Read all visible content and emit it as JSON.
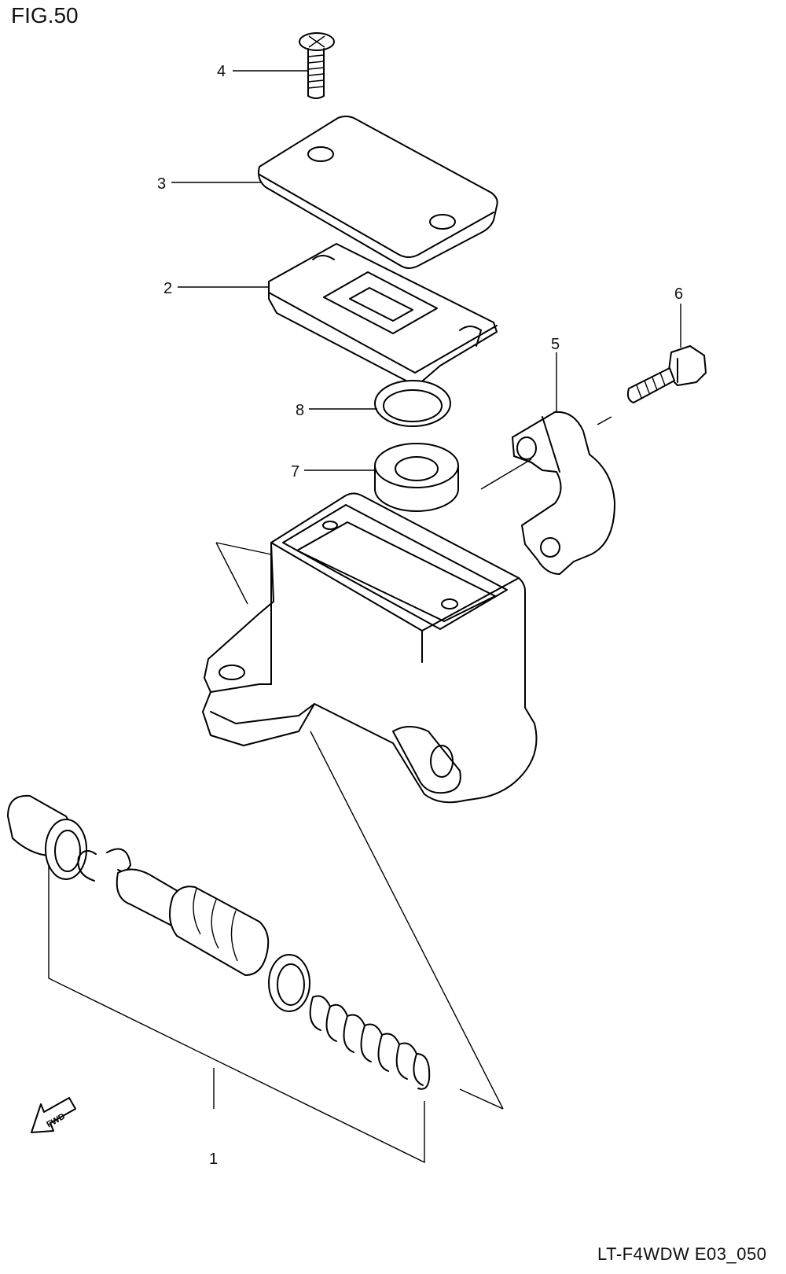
{
  "figure": {
    "title": "FIG.50",
    "code": "LT-F4WDW E03_050"
  },
  "callouts": [
    {
      "id": "1",
      "label": "1",
      "part": "master-cylinder-kit"
    },
    {
      "id": "2",
      "label": "2",
      "part": "reservoir-diaphragm-plate"
    },
    {
      "id": "3",
      "label": "3",
      "part": "reservoir-cap"
    },
    {
      "id": "4",
      "label": "4",
      "part": "cap-screw"
    },
    {
      "id": "5",
      "label": "5",
      "part": "holder-clamp"
    },
    {
      "id": "6",
      "label": "6",
      "part": "clamp-bolt"
    },
    {
      "id": "7",
      "label": "7",
      "part": "seal-ring"
    },
    {
      "id": "8",
      "label": "8",
      "part": "gasket-ring"
    }
  ],
  "direction_marker": {
    "label": "FWD",
    "icon": "forward-arrow-icon"
  }
}
